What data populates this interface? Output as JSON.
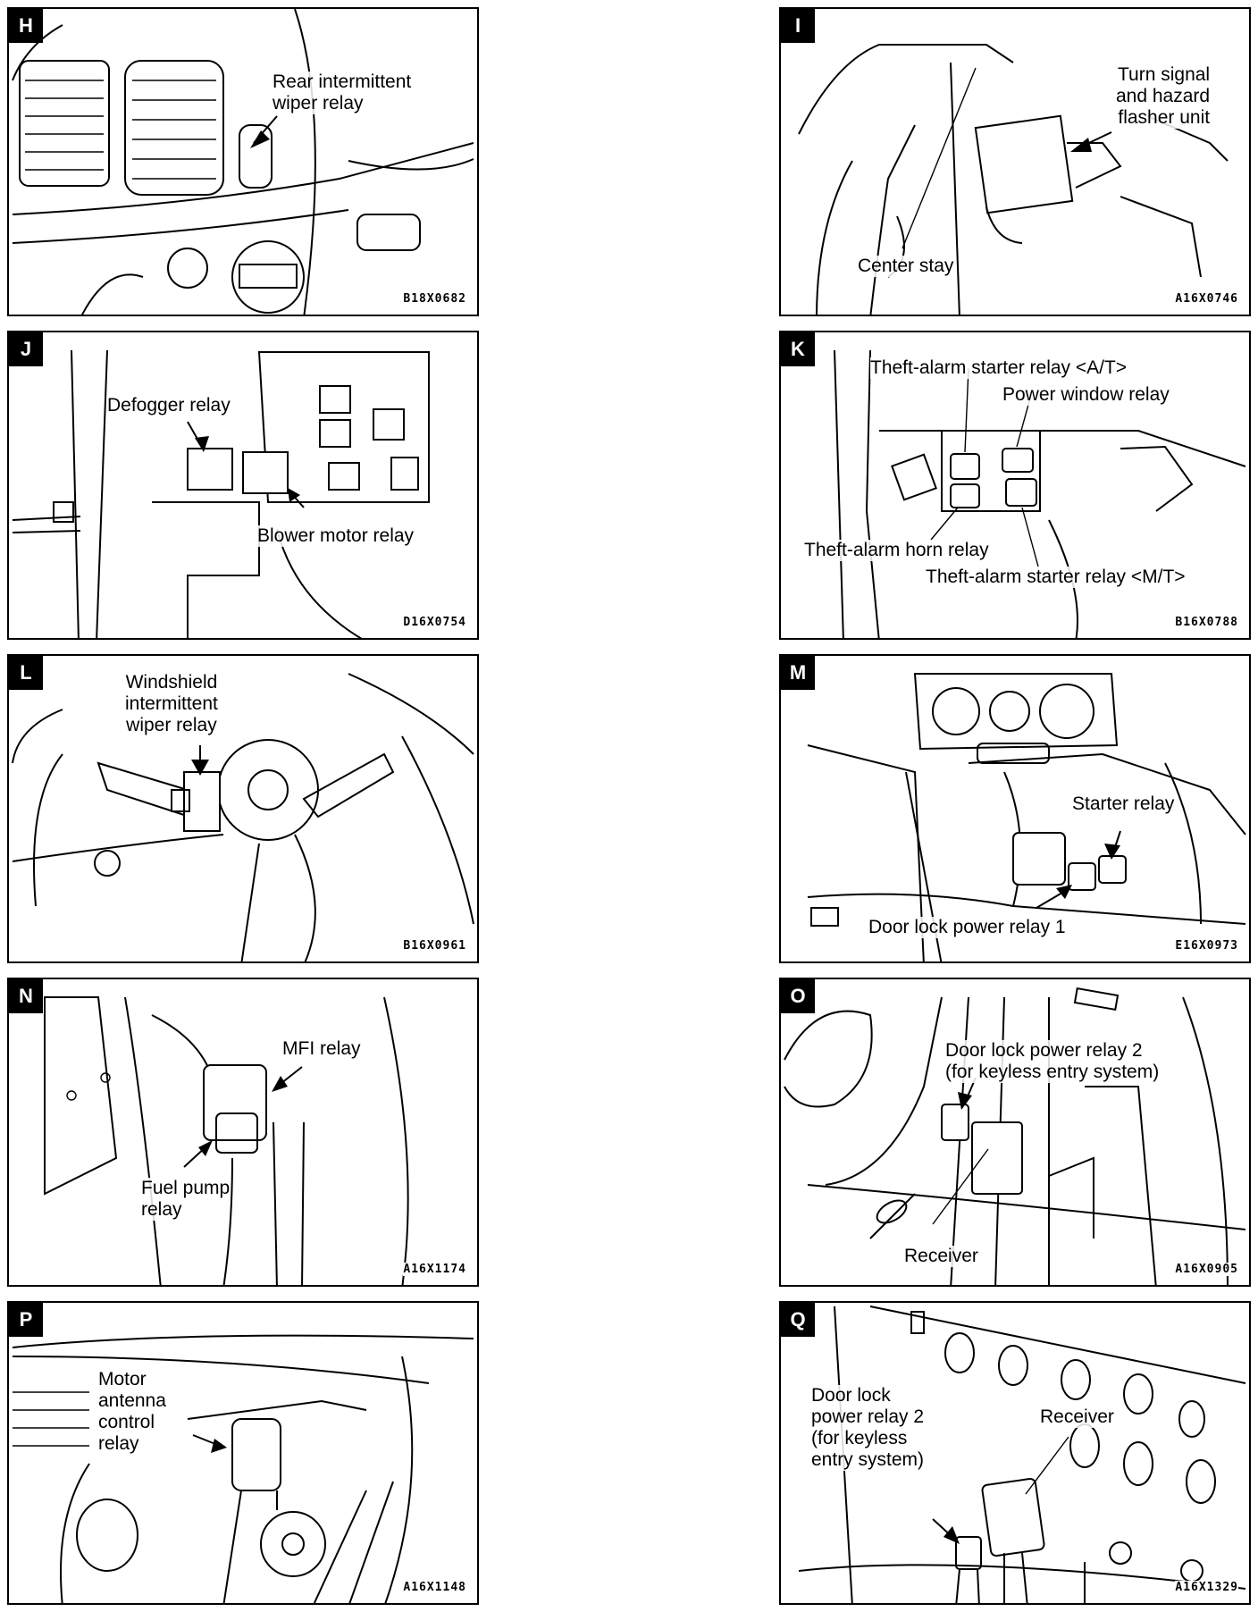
{
  "panels": {
    "H": {
      "letter": "H",
      "code": "B18X0682",
      "labels": [
        "Rear  intermittent",
        "wiper relay"
      ]
    },
    "I": {
      "letter": "I",
      "code": "A16X0746",
      "labels": [
        "Turn signal",
        "and hazard",
        "flasher unit",
        "Center stay"
      ]
    },
    "J": {
      "letter": "J",
      "code": "D16X0754",
      "labels": [
        "Defogger relay",
        "Blower motor relay"
      ]
    },
    "K": {
      "letter": "K",
      "code": "B16X0788",
      "labels": [
        "Theft-alarm starter relay <A/T>",
        "Power window relay",
        "Theft-alarm horn relay",
        "Theft-alarm starter relay <M/T>"
      ]
    },
    "L": {
      "letter": "L",
      "code": "B16X0961",
      "labels": [
        "Windshield",
        "intermittent",
        "wiper relay"
      ]
    },
    "M": {
      "letter": "M",
      "code": "E16X0973",
      "labels": [
        "Starter relay",
        "Door lock power relay 1"
      ]
    },
    "N": {
      "letter": "N",
      "code": "A16X1174",
      "labels": [
        "MFI relay",
        "Fuel pump",
        "relay"
      ]
    },
    "O": {
      "letter": "O",
      "code": "A16X0905",
      "labels": [
        "Door lock power relay 2",
        "(for keyless entry system)",
        "Receiver"
      ]
    },
    "P": {
      "letter": "P",
      "code": "A16X1148",
      "labels": [
        "Motor",
        "antenna",
        "control",
        "relay"
      ]
    },
    "Q": {
      "letter": "Q",
      "code": "A16X1329",
      "labels": [
        "Door lock",
        "power relay 2",
        "(for keyless",
        "entry system)",
        "Receiver"
      ]
    }
  }
}
